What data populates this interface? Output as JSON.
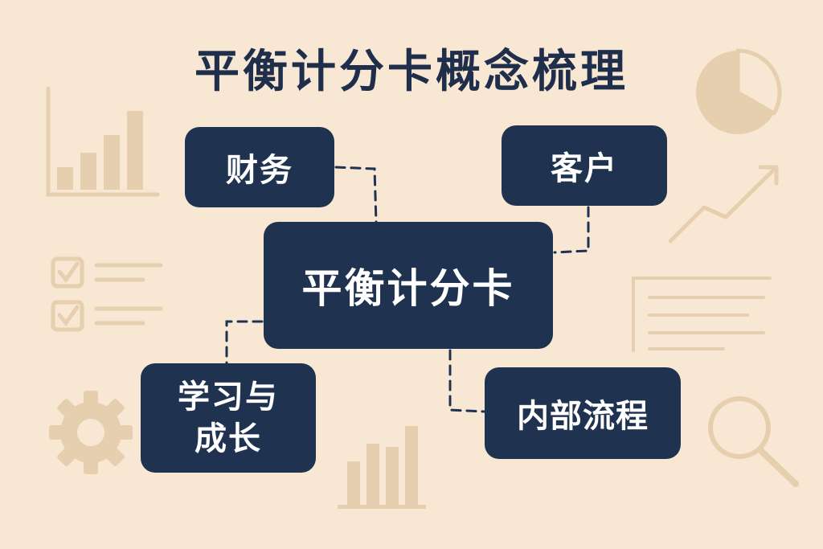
{
  "title": "平衡计分卡概念梳理",
  "center": {
    "label": "平衡计分卡"
  },
  "perspectives": {
    "finance": {
      "label": "财务"
    },
    "customer": {
      "label": "客户"
    },
    "learning": {
      "line1": "学习与",
      "line2": "成长"
    },
    "process": {
      "label": "内部流程"
    }
  },
  "colors": {
    "background": "#f7e7d3",
    "node_fill": "#1f3350",
    "node_text": "#ffffff",
    "title_text": "#1f2e4b",
    "connector": "#1f3350",
    "decor": "#e6cfae"
  }
}
